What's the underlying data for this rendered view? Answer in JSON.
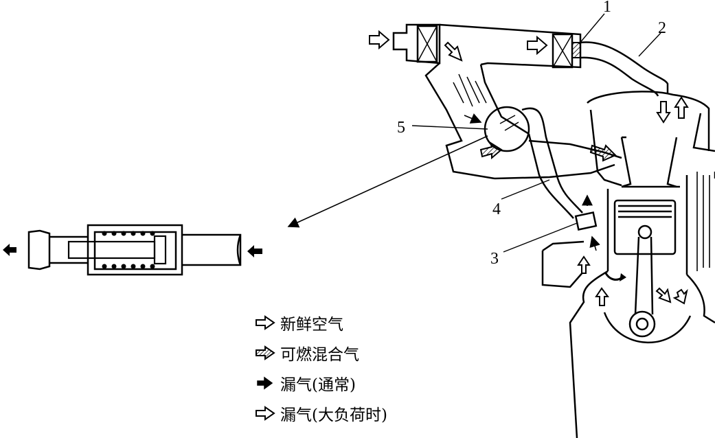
{
  "callouts": {
    "one": "1",
    "two": "2",
    "three": "3",
    "four": "4",
    "five": "5"
  },
  "legend": [
    {
      "icon": "hollow-arrow-icon",
      "label": "新鲜空气"
    },
    {
      "icon": "hatched-arrow-icon",
      "label": "可燃混合气"
    },
    {
      "icon": "solid-arrow-icon",
      "label": "漏气(通常)"
    },
    {
      "icon": "hollow-arrow-icon",
      "label": "漏气(大负荷时)"
    }
  ]
}
